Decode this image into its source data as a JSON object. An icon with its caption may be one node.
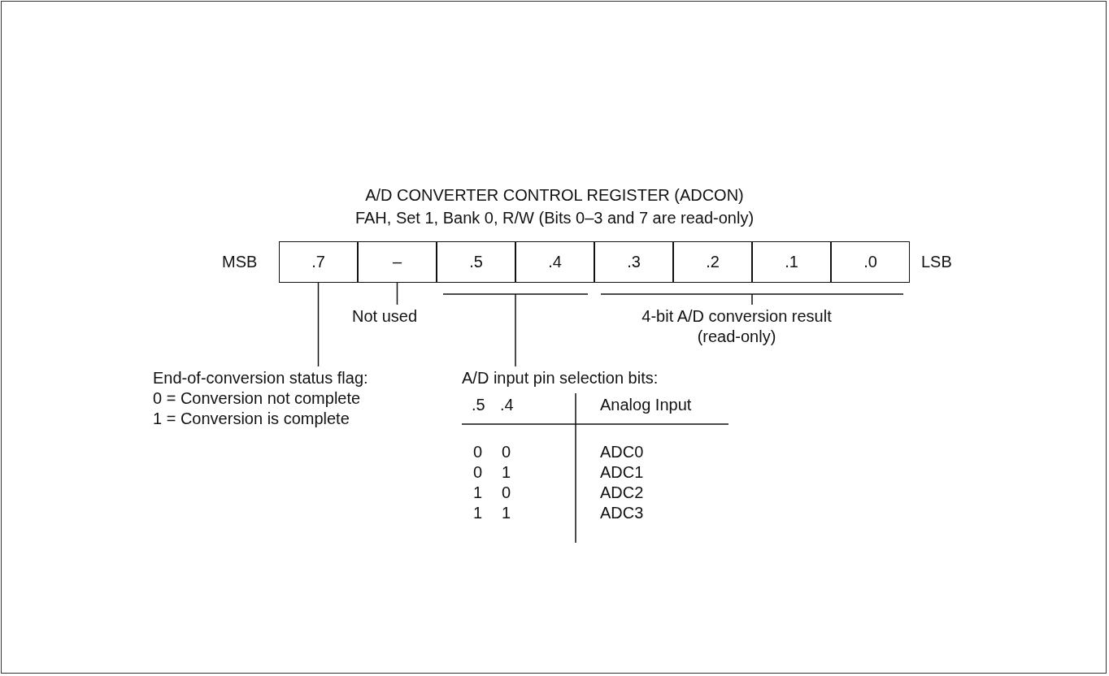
{
  "diagram": {
    "title": "A/D CONVERTER CONTROL REGISTER (ADCON)",
    "nodes": [
      {
        "text": [
          ".7"
        ]
      },
      {
        "text": [
          "–"
        ]
      },
      {
        "text": [
          ".5"
        ]
      },
      {
        "text": [
          ".4"
        ]
      },
      {
        "text": [
          ".3"
        ]
      },
      {
        "text": [
          ".2"
        ]
      },
      {
        "text": [
          ".1"
        ]
      },
      {
        "text": [
          ".0"
        ]
      },
      {
        "text": [
          "End-of-conversion status flag:",
          "0 = Conversion not complete",
          "1 = Conversion is complete"
        ]
      },
      {
        "text": [
          "Not used"
        ]
      },
      {
        "text": [
          "A/D input pin selection bits:"
        ]
      },
      {
        "text": [
          "4-bit A/D conversion result (read-only)"
        ]
      }
    ],
    "edges": [
      {
        "from": 8,
        "to": 0,
        "arrow": "none"
      },
      {
        "from": 9,
        "to": 1,
        "arrow": "none"
      },
      {
        "from": 10,
        "to": 2,
        "arrow": "none"
      },
      {
        "from": 10,
        "to": 3,
        "arrow": "none"
      },
      {
        "from": 11,
        "to": 4,
        "arrow": "none"
      },
      {
        "from": 11,
        "to": 5,
        "arrow": "none"
      },
      {
        "from": 11,
        "to": 6,
        "arrow": "none"
      },
      {
        "from": 11,
        "to": 7,
        "arrow": "none"
      }
    ],
    "labels": [
      "FAH, Set 1, Bank 0, R/W (Bits 0–3 and 7 are read-only)",
      "MSB",
      "LSB",
      ".5",
      ".4",
      "Analog Input",
      "0",
      "0",
      "ADC0",
      "0",
      "1",
      "ADC1",
      "1",
      "0",
      "ADC2",
      "1",
      "1",
      "ADC3"
    ]
  }
}
